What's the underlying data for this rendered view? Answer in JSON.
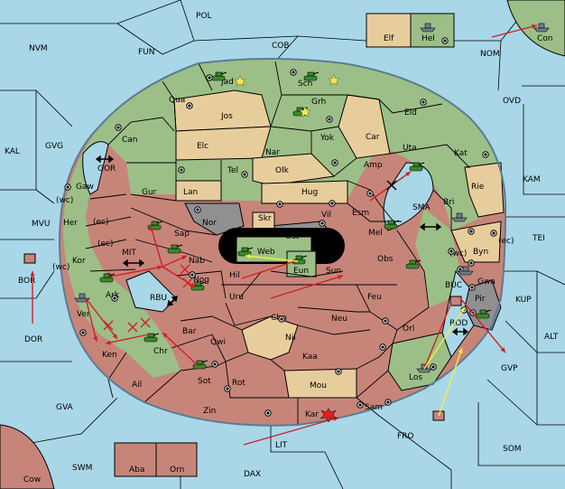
{
  "colors": {
    "sea": "#a9d7e8",
    "land_green": "#9cbf87",
    "land_tan": "#e8cd9c",
    "land_pink": "#c7857a",
    "land_gray": "#909090",
    "order_red": "#d0202a",
    "order_yellow": "#f0f040",
    "unit_green": "#3a8a2a",
    "unit_gray": "#6f7f8a",
    "border": "#000000",
    "coast_line": "#5b7c91"
  },
  "sea_labels": {
    "POL": "POL",
    "NVM": "NVM",
    "FUN": "FUN",
    "COB": "COB",
    "NOM": "NOM",
    "OVD": "OVD",
    "KAL": "KAL",
    "GVG": "GVG",
    "KAM": "KAM",
    "MVU": "MVU",
    "TEI": "TEI",
    "BOR": "BOR",
    "DOR": "DOR",
    "KUP": "KUP",
    "ALT": "ALT",
    "GVP": "GVP",
    "GVA": "GVA",
    "FRO": "FRO",
    "SOM": "SOM",
    "LIT": "LIT",
    "SWM": "SWM",
    "DAX": "DAX",
    "GOR": "GOR",
    "MIT": "MIT",
    "RBU": "RBU",
    "SMA": "SMA",
    "BUC": "BUC",
    "ROD": "ROD"
  },
  "land_labels": {
    "Elf": "Elf",
    "Hel": "Hel",
    "Con": "Con",
    "Jad": "Jad",
    "Sch": "Sch",
    "Grh": "Grh",
    "Qua": "Qua",
    "Jos": "Jos",
    "Eld": "Eld",
    "Can": "Can",
    "Elc": "Elc",
    "Yok": "Yok",
    "Car": "Car",
    "Uta": "Uta",
    "Nar": "Nar",
    "Kat": "Kat",
    "Tel": "Tel",
    "Amp": "Amp",
    "Olk": "Olk",
    "Gaw": "Gaw",
    "Gur": "Gur",
    "Lan": "Lan",
    "Hug": "Hug",
    "Rie": "Rie",
    "Bri": "Bri",
    "Her": "Her",
    "Nor": "Nor",
    "Vil": "Vil",
    "Esm": "Esm",
    "Skr": "Skr",
    "Sap": "Sap",
    "Ost": "Ost",
    "Mel": "Mel",
    "Kor": "Kor",
    "Web": "Web",
    "Byn": "Byn",
    "Nab": "Nab",
    "Eun": "Eun",
    "Obs": "Obs",
    "Hil": "Hil",
    "Sun": "Sun",
    "Gwa": "Gwa",
    "Nog": "Nog",
    "Ark": "Ark",
    "Uru": "Uru",
    "Feu": "Feu",
    "Pir": "Pir",
    "Ver": "Ver",
    "Chp": "Chp",
    "Neu": "Neu",
    "Orl": "Orl",
    "Bar": "Bar",
    "Qwi": "Qwi",
    "Nil": "Nil",
    "Ken": "Ken",
    "Chr": "Chr",
    "Kaa": "Kaa",
    "Los": "Los",
    "Ail": "Ail",
    "Sot": "Sot",
    "Rot": "Rot",
    "Mou": "Mou",
    "Zin": "Zin",
    "Kar": "Kar",
    "Sam": "Sam",
    "Aba": "Aba",
    "Orn": "Orn",
    "Cow": "Cow"
  },
  "coast_tags": {
    "wc1": "(wc)",
    "ec1": "(ec)",
    "ec2": "(ec)",
    "wc2": "(wc)",
    "wc3": "(wc)",
    "ec3": "(ec)"
  },
  "icons": [
    "army-icon",
    "fleet-icon",
    "supply-center-icon",
    "explosion-icon",
    "move-arrow-icon",
    "hold-cross-icon",
    "double-arrow-icon"
  ]
}
